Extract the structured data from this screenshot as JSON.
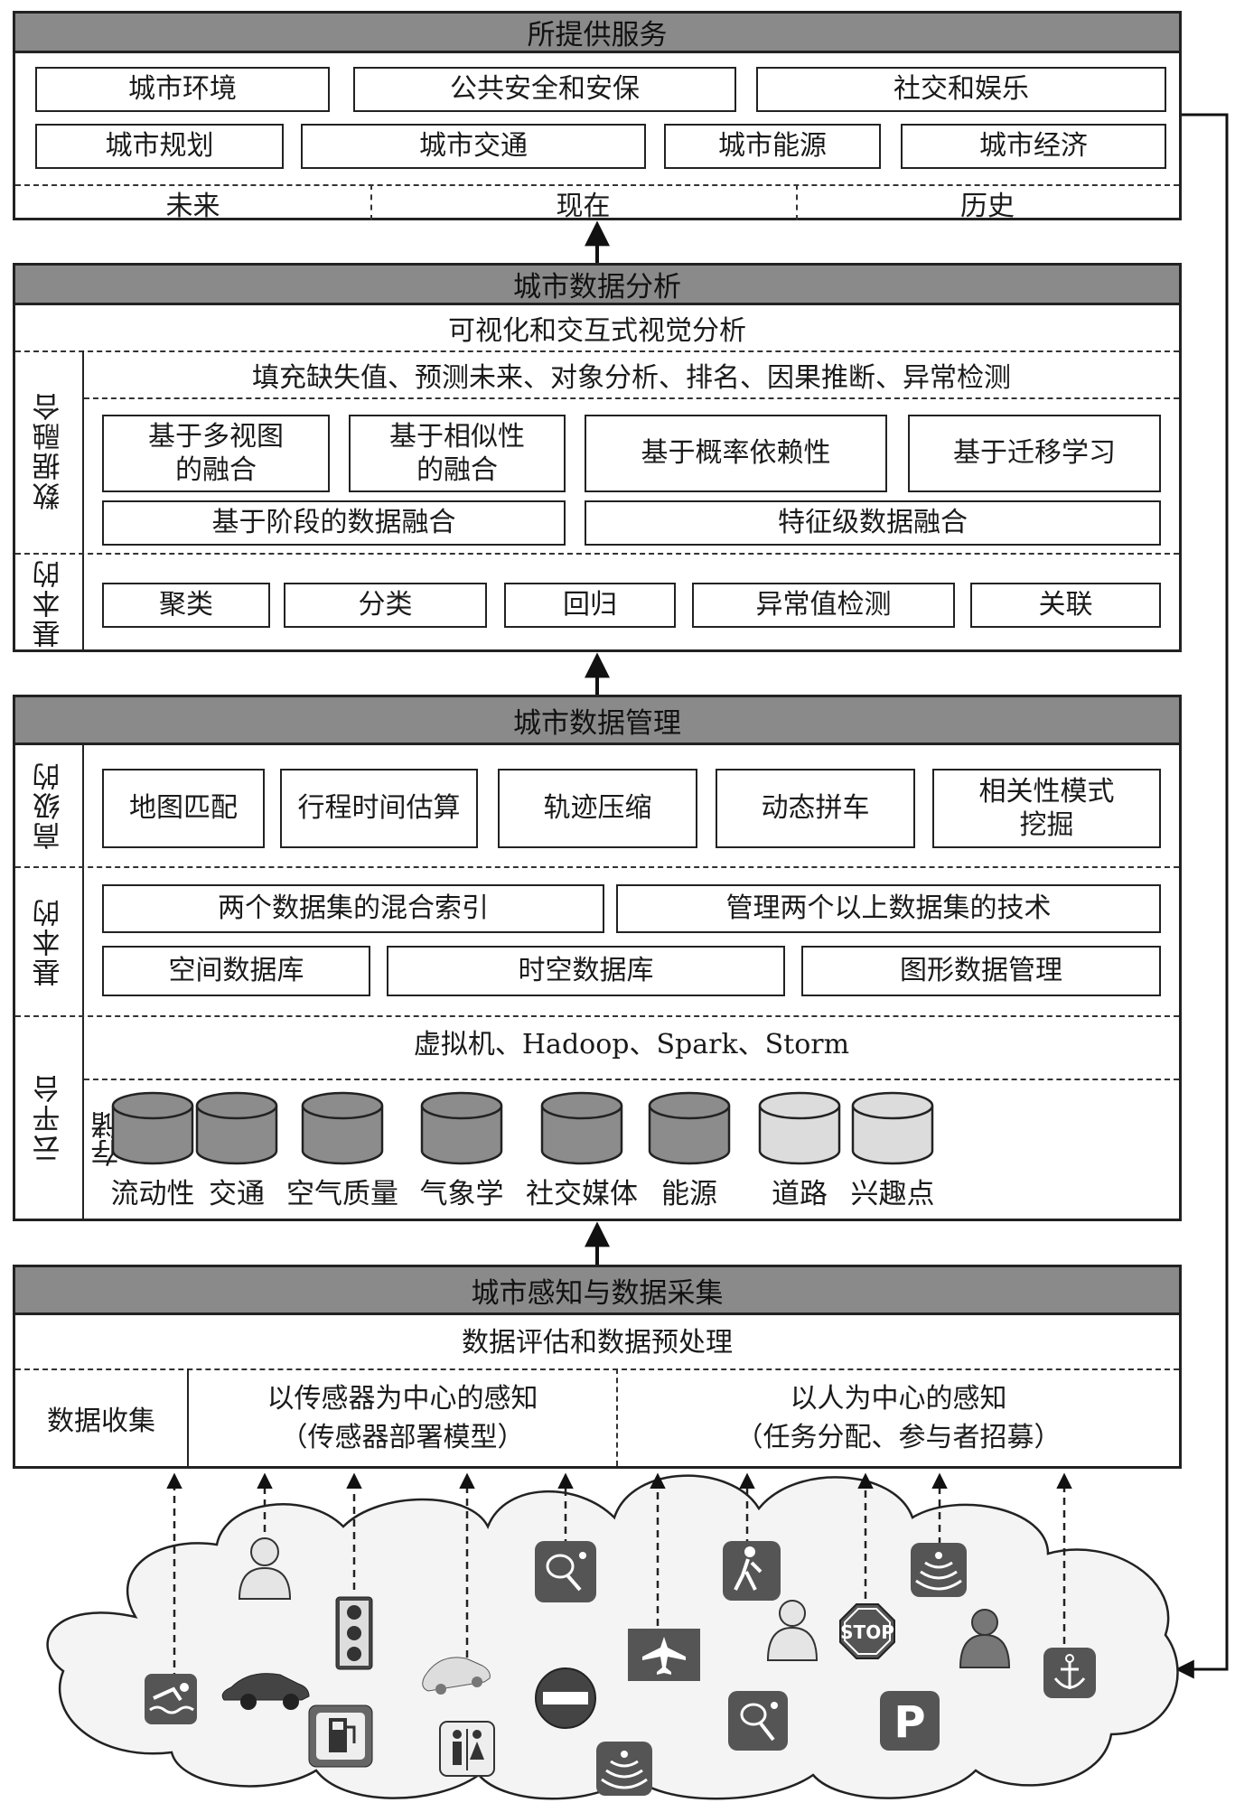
{
  "services": {
    "title": "所提供服务",
    "items": [
      "城市环境",
      "公共安全和安保",
      "社交和娱乐",
      "城市规划",
      "城市交通",
      "城市能源",
      "城市经济"
    ],
    "time": [
      "未来",
      "现在",
      "历史"
    ]
  },
  "analytics": {
    "title": "城市数据分析",
    "visual": "可视化和交互式视觉分析",
    "tasks": "填充缺失值、预测未来、对象分析、排名、因果推断、异常检测",
    "fusion_label": "数据融合",
    "fusion_items": [
      "基于多视图\n的融合",
      "基于相似性\n的融合",
      "基于概率依赖性",
      "基于迁移学习",
      "基于阶段的数据融合",
      "特征级数据融合"
    ],
    "basic_label": "基本的",
    "basic_items": [
      "聚类",
      "分类",
      "回归",
      "异常值检测",
      "关联"
    ]
  },
  "management": {
    "title": "城市数据管理",
    "advanced_label": "高级的",
    "advanced_items": [
      "地图匹配",
      "行程时间估算",
      "轨迹压缩",
      "动态拼车",
      "相关性模式\n挖掘"
    ],
    "basic_label": "基本的",
    "basic_items": [
      "两个数据集的混合索引",
      "管理两个以上数据集的技术",
      "空间数据库",
      "时空数据库",
      "图形数据管理"
    ],
    "cloud_label": "云平台",
    "cloud_tech": "虚拟机、Hadoop、Spark、Storm",
    "storage_label": "存储",
    "storage": [
      {
        "name": "流动性",
        "shade": "dark"
      },
      {
        "name": "交通",
        "shade": "dark"
      },
      {
        "name": "空气质量",
        "shade": "dark"
      },
      {
        "name": "气象学",
        "shade": "dark"
      },
      {
        "name": "社交媒体",
        "shade": "dark"
      },
      {
        "name": "能源",
        "shade": "dark"
      },
      {
        "name": "道路",
        "shade": "light"
      },
      {
        "name": "兴趣点",
        "shade": "light"
      }
    ]
  },
  "sensing": {
    "title": "城市感知与数据采集",
    "preprocess": "数据评估和数据预处理",
    "collect": "数据收集",
    "sensor_centric": "以传感器为中心的感知\n（传感器部署模型）",
    "human_centric": "以人为中心的感知\n（任务分配、参与者招募）"
  },
  "icons": {
    "stop_sign": "STOP",
    "parking": "P"
  },
  "colors": {
    "header_gray": "#8a8a8a",
    "db_dark": "#8c8c8c",
    "db_light": "#dcdcdc",
    "icon_dark": "#555555"
  }
}
